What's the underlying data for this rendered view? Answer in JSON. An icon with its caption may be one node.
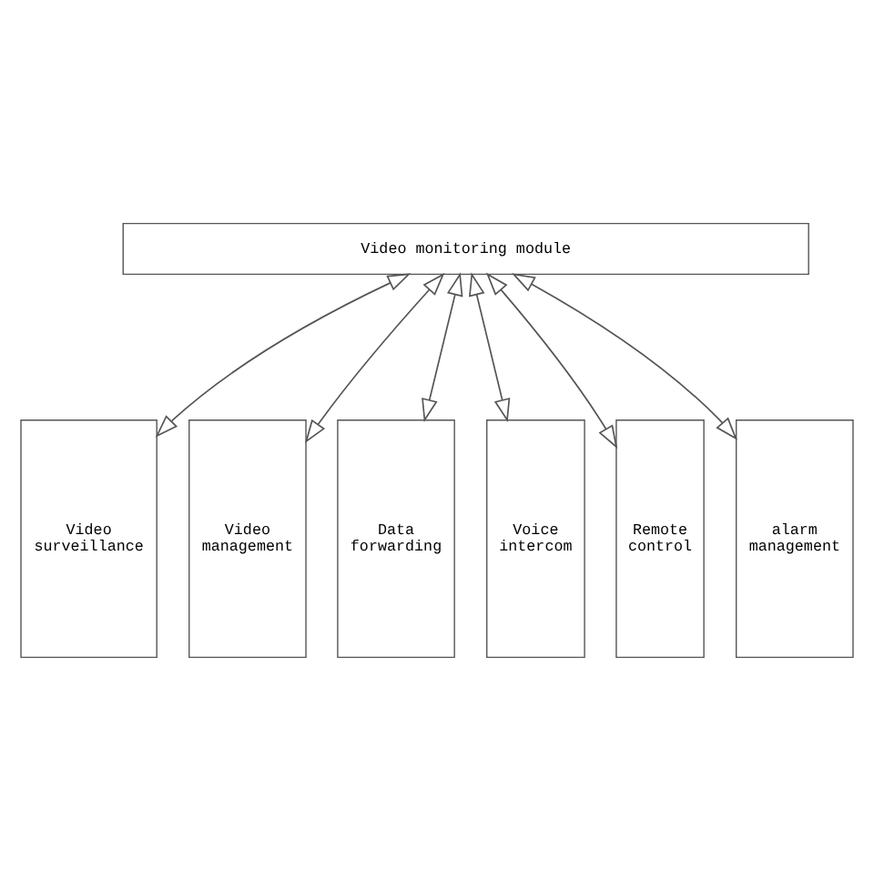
{
  "diagram": {
    "nodes": [
      {
        "text": [
          "Video monitoring module"
        ]
      },
      {
        "text": [
          "Video surveillance"
        ]
      },
      {
        "text": [
          "Video management"
        ]
      },
      {
        "text": [
          "Data forwarding"
        ]
      },
      {
        "text": [
          "Voice intercom"
        ]
      },
      {
        "text": [
          "Remote control"
        ]
      },
      {
        "text": [
          "alarm management"
        ]
      }
    ],
    "edges": [
      {
        "from": 0,
        "to": 1,
        "arrow": "both"
      },
      {
        "from": 0,
        "to": 2,
        "arrow": "both"
      },
      {
        "from": 0,
        "to": 3,
        "arrow": "both"
      },
      {
        "from": 0,
        "to": 4,
        "arrow": "both"
      },
      {
        "from": 0,
        "to": 5,
        "arrow": "both"
      },
      {
        "from": 0,
        "to": 6,
        "arrow": "both"
      }
    ]
  }
}
